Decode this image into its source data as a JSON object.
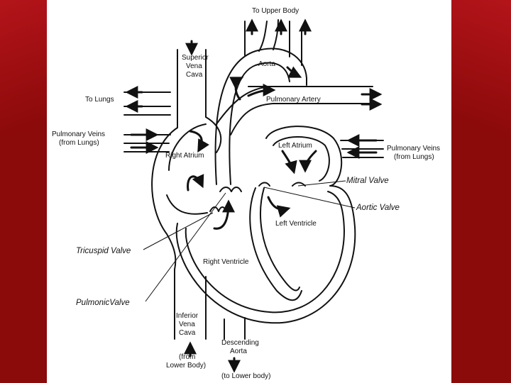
{
  "colors": {
    "frame_red": "#8b0a0a",
    "frame_red_light": "#b3141a",
    "slide_bg": "#ffffff",
    "ink": "#111111"
  },
  "labels": {
    "to_upper_body": "To Upper Body",
    "superior_vena_cava": [
      "Superior",
      "Vena",
      "Cava"
    ],
    "aorta": "Aorta",
    "to_lungs": "To Lungs",
    "pulmonary_artery": "Pulmonary Artery",
    "pulmonary_veins_left": [
      "Pulmonary Veins",
      "(from Lungs)"
    ],
    "pulmonary_veins_right": [
      "Pulmonary Veins",
      "(from Lungs)"
    ],
    "left_atrium": "Left Atrium",
    "right_atrium": "Right Atrium",
    "mitral_valve": "Mitral Valve",
    "aortic_valve": "Aortic Valve",
    "left_ventricle": "Left Ventricle",
    "tricuspid_valve": "Tricuspid Valve",
    "right_ventricle": "Right Ventricle",
    "pulmonic_valve": "PulmonicValve",
    "inferior_vena_cava": [
      "Inferior",
      "Vena",
      "Cava"
    ],
    "from_lower_body": [
      "(from",
      "Lower Body)"
    ],
    "descending_aorta": [
      "Descending",
      "Aorta"
    ],
    "to_lower_body": "(to Lower body)"
  }
}
